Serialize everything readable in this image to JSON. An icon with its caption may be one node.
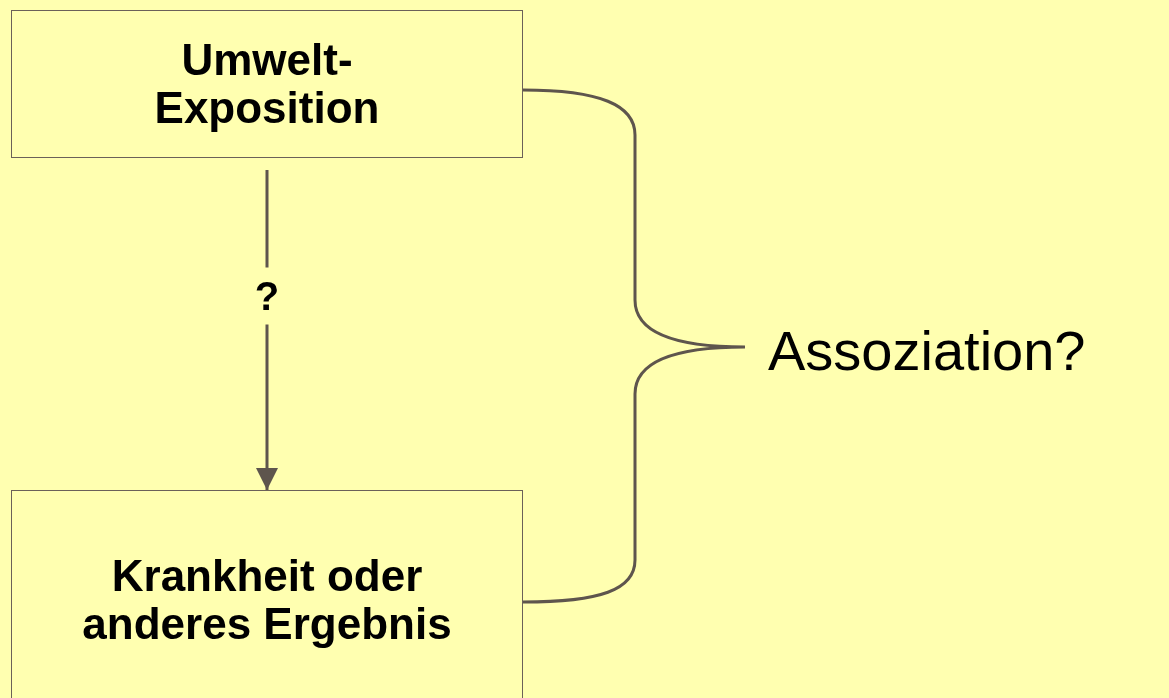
{
  "diagram": {
    "nodes": [
      {
        "text": [
          "Umwelt- Exposition"
        ]
      },
      {
        "text": [
          "Krankheit oder anderes Ergebnis"
        ]
      }
    ],
    "edges": [
      {
        "from": 0,
        "to": 1,
        "arrow": "to",
        "label": "?"
      }
    ],
    "labels": [
      "Assoziation?"
    ]
  }
}
